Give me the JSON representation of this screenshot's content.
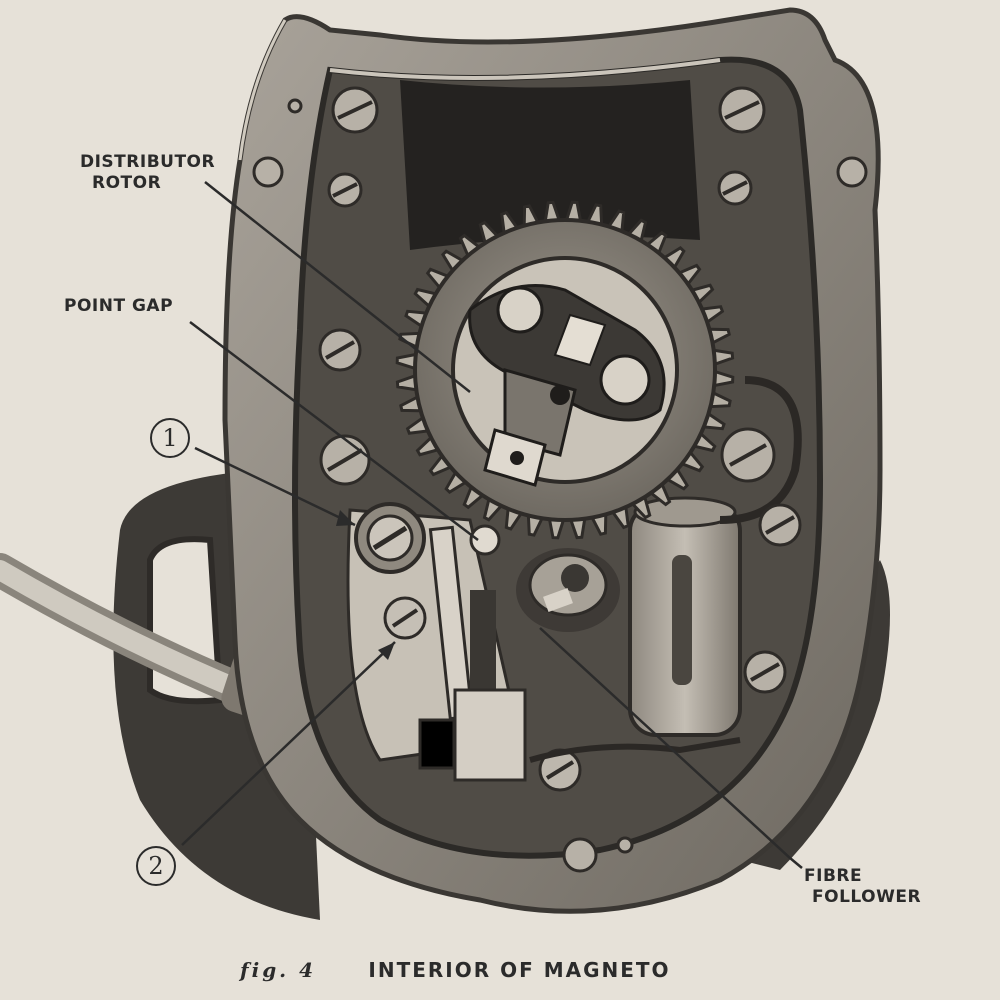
{
  "labels": {
    "distributor_rotor": [
      "DISTRIBUTOR",
      "ROTOR"
    ],
    "point_gap": "POINT GAP",
    "fibre_follower": [
      "FIBRE",
      "FOLLOWER"
    ],
    "callout_1": "1",
    "callout_2": "2"
  },
  "caption": {
    "fig": "fig. 4",
    "title": "INTERIOR OF MAGNETO"
  },
  "colors": {
    "paper": "#e6e1d8",
    "ink": "#2b2b2b"
  }
}
